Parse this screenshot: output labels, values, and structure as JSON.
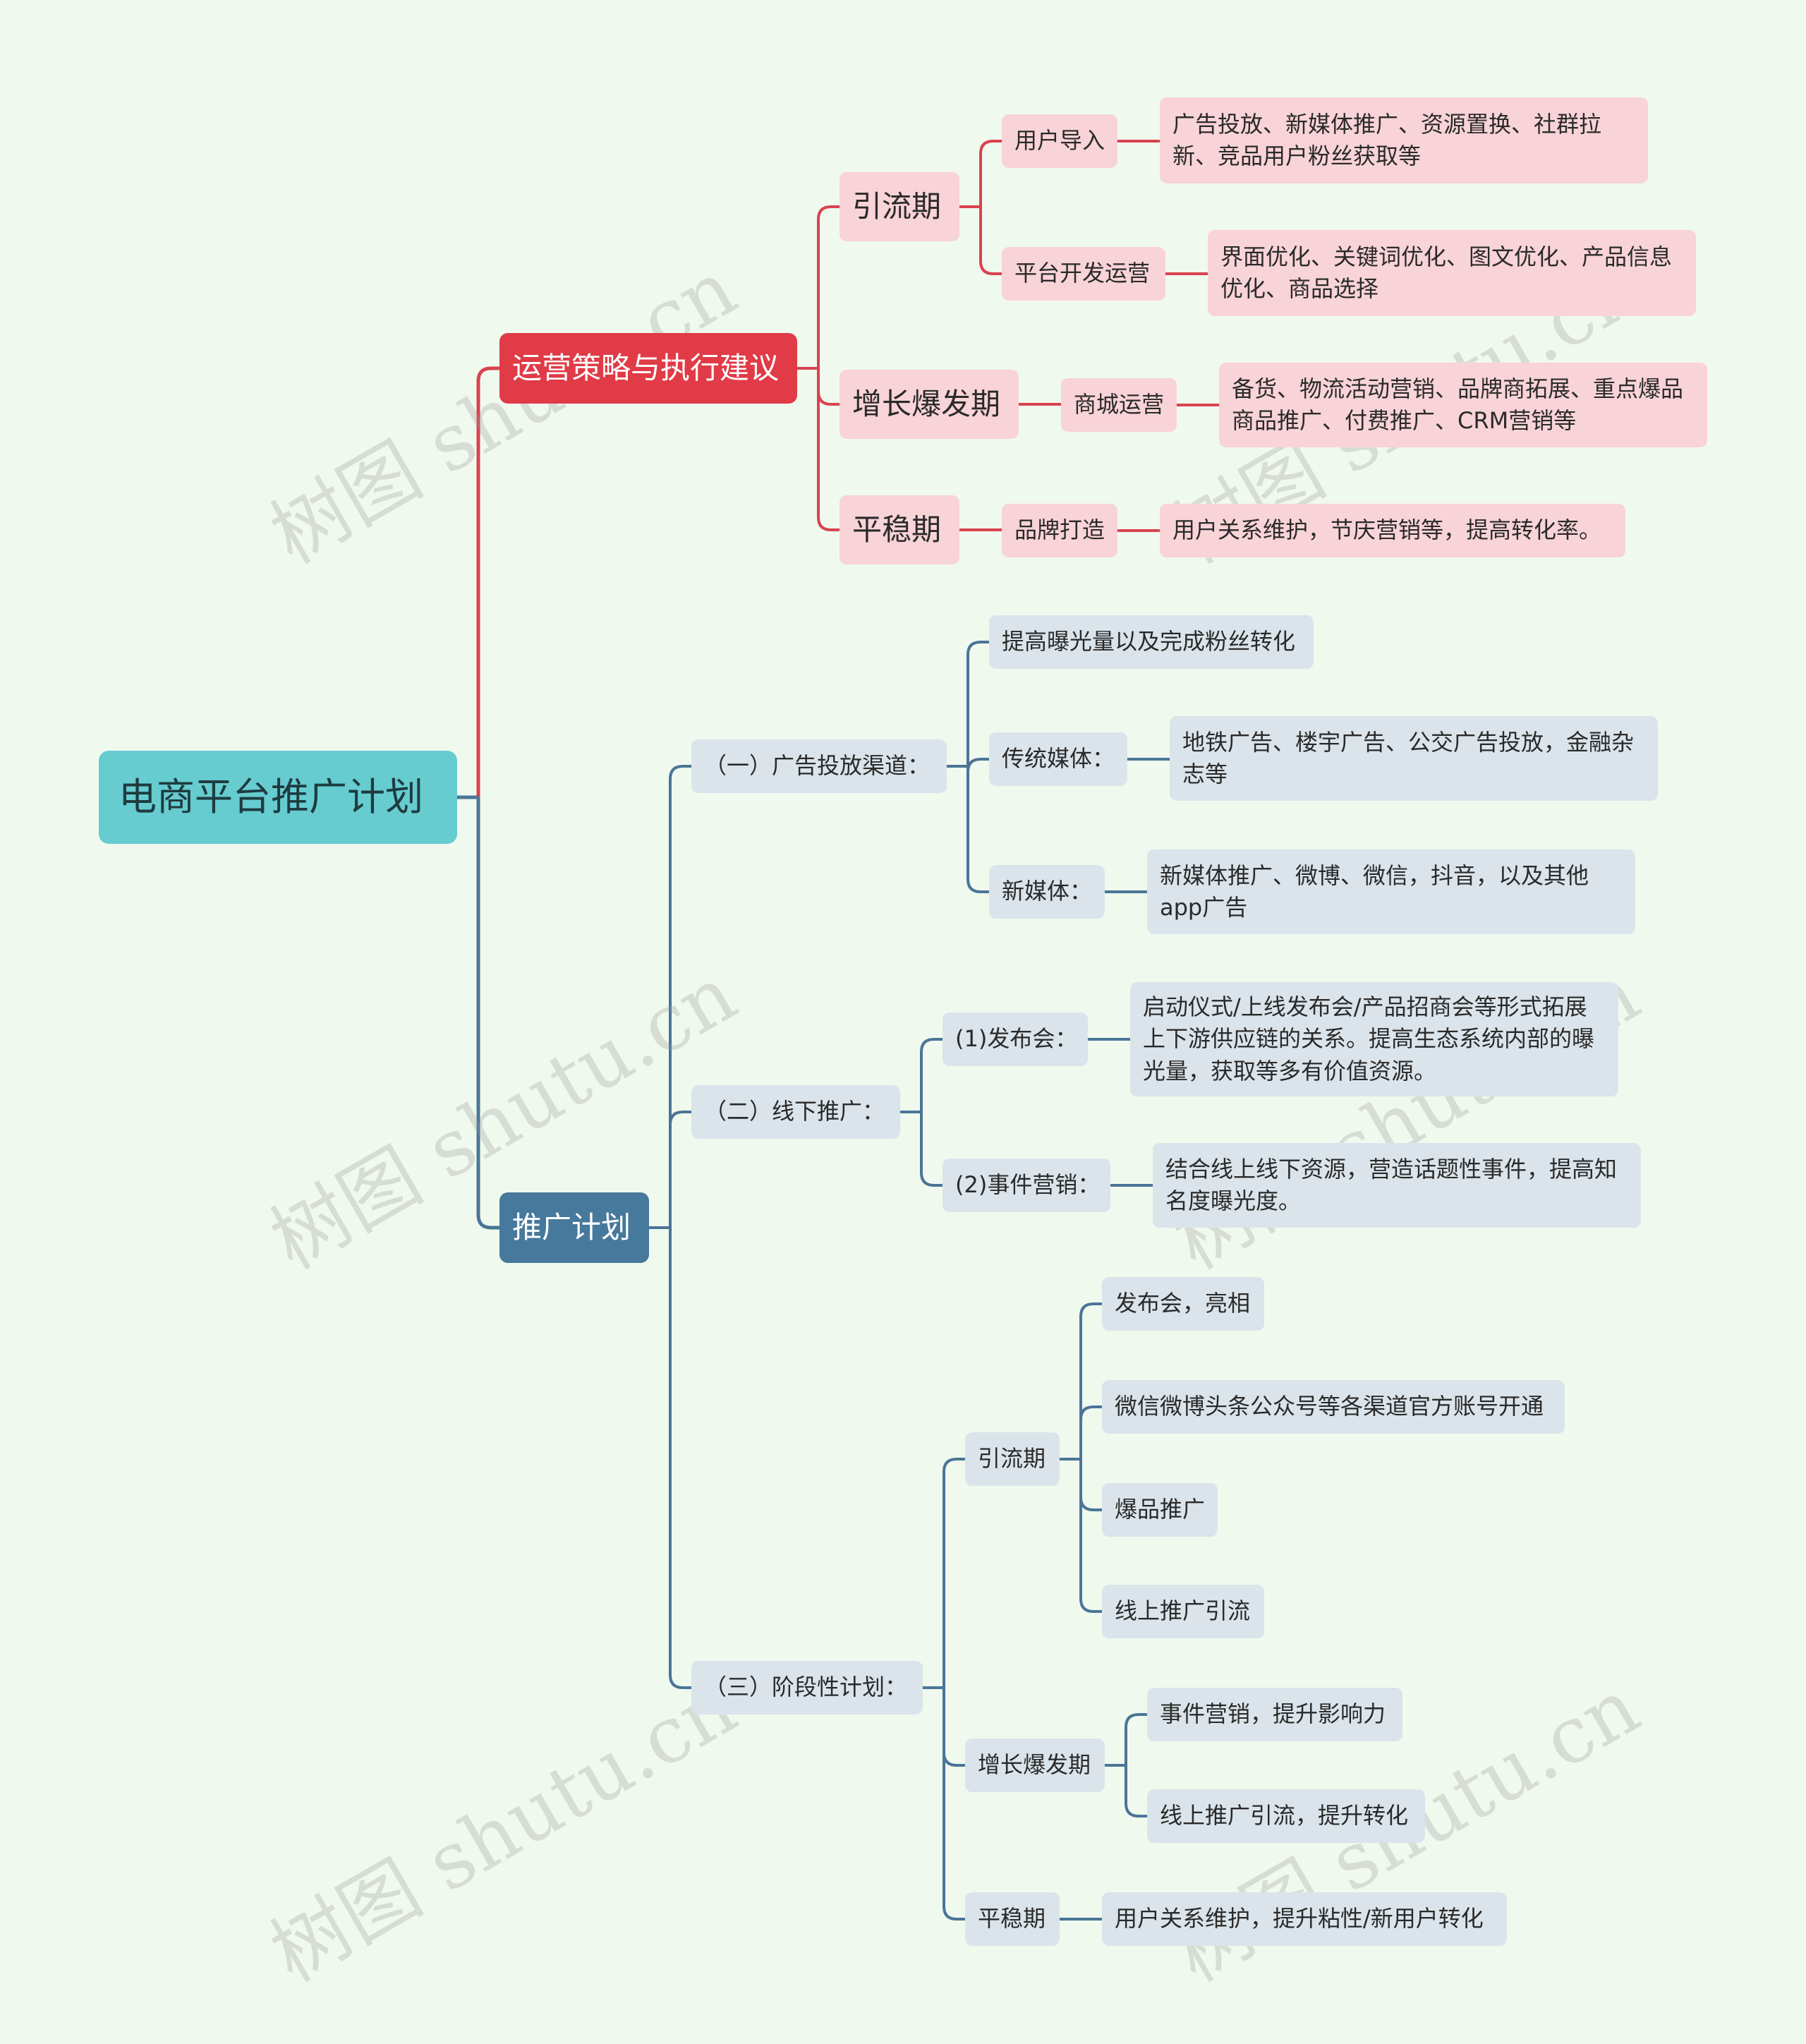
{
  "colors": {
    "background": "#f0f9ee",
    "root": "#66ccd0",
    "branch_red": "#e03b47",
    "branch_blue": "#46799c",
    "pink_node": "#f8d3d8",
    "grey_node": "#dbe4ea",
    "line_red": "#d9434f",
    "line_blue": "#4a7597"
  },
  "watermark": "树图 shutu.cn",
  "root": "电商平台推广计划",
  "ops": {
    "label": "运营策略与执行建议",
    "s1": {
      "label": "引流期",
      "c1": {
        "label": "用户导入",
        "detail": "广告投放、新媒体推广、资源置换、社群拉新、竞品用户粉丝获取等"
      },
      "c2": {
        "label": "平台开发运营",
        "detail": "界面优化、关键词优化、图文优化、产品信息优化、商品选择"
      }
    },
    "s2": {
      "label": "增长爆发期",
      "c1": {
        "label": "商城运营",
        "detail": "备货、物流活动营销、品牌商拓展、重点爆品商品推广、付费推广、CRM营销等"
      }
    },
    "s3": {
      "label": "平稳期",
      "c1": {
        "label": "品牌打造",
        "detail": "用户关系维护，节庆营销等，提高转化率。"
      }
    }
  },
  "promo": {
    "label": "推广计划",
    "ads": {
      "label": "（一）广告投放渠道：",
      "c1": {
        "label": "提高曝光量以及完成粉丝转化"
      },
      "c2": {
        "label": "传统媒体：",
        "detail": "地铁广告、楼宇广告、公交广告投放，金融杂志等"
      },
      "c3": {
        "label": "新媒体：",
        "detail": "新媒体推广、微博、微信，抖音，以及其他app广告"
      }
    },
    "offline": {
      "label": "（二）线下推广：",
      "c1": {
        "label": "(1)发布会：",
        "detail": "启动仪式/上线发布会/产品招商会等形式拓展上下游供应链的关系。提高生态系统内部的曝光量，获取等多有价值资源。"
      },
      "c2": {
        "label": "(2)事件营销：",
        "detail": "结合线上线下资源，营造话题性事件，提高知名度曝光度。"
      }
    },
    "phase": {
      "label": "（三）阶段性计划：",
      "p1": {
        "label": "引流期",
        "items": [
          "发布会，亮相",
          "微信微博头条公众号等各渠道官方账号开通",
          "爆品推广",
          "线上推广引流"
        ]
      },
      "p2": {
        "label": "增长爆发期",
        "items": [
          "事件营销，提升影响力",
          "线上推广引流，提升转化"
        ]
      },
      "p3": {
        "label": "平稳期",
        "items": [
          "用户关系维护，提升粘性/新用户转化"
        ]
      }
    }
  }
}
